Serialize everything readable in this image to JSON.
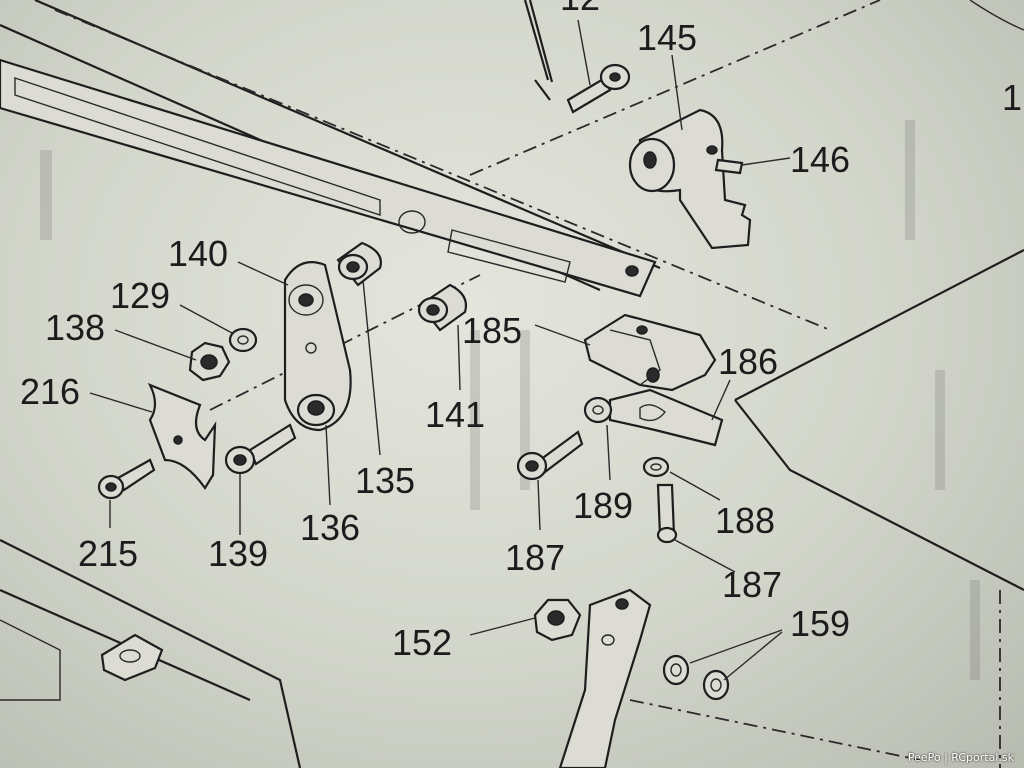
{
  "labels": {
    "partial_top": "12",
    "p145": "145",
    "p146": "146",
    "partial_right": "1",
    "p140": "140",
    "p129": "129",
    "p138": "138",
    "p216": "216",
    "p185": "185",
    "p186": "186",
    "p141": "141",
    "p135": "135",
    "p189": "189",
    "p188": "188",
    "p136": "136",
    "p139": "139",
    "p215": "215",
    "p187_left": "187",
    "p187_right": "187",
    "p159": "159",
    "p152": "152"
  },
  "credit": "PeePo | RCportal.sk"
}
